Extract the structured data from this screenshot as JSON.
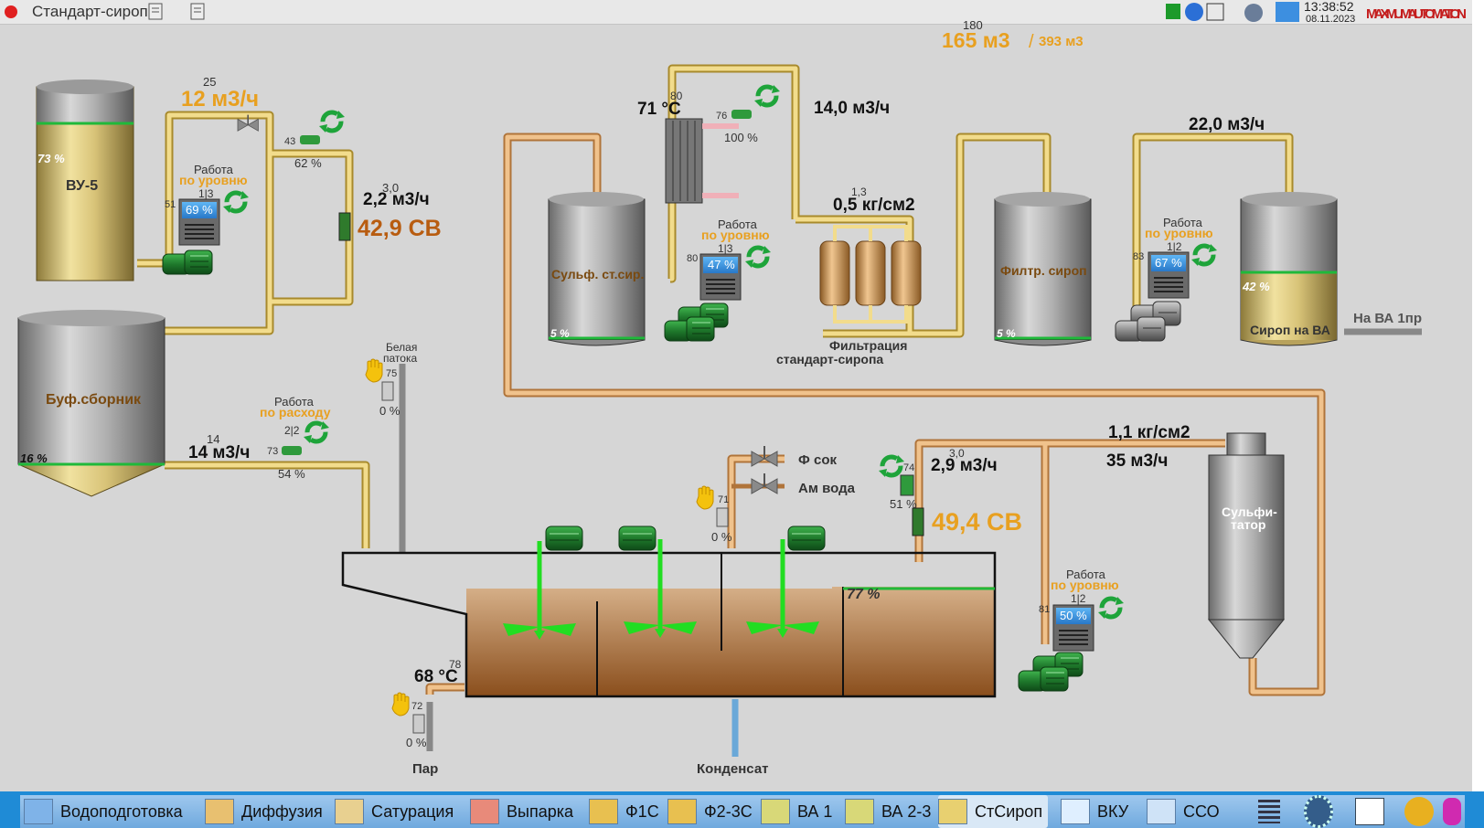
{
  "window": {
    "title": "Стандарт-сироп",
    "time": "13:38:52",
    "date": "08.11.2023",
    "logo": "MAXIMUM AUTOMATION"
  },
  "totals": {
    "top_small": "180",
    "volume": "165 м3",
    "sep": "/",
    "volume2": "393 м3"
  },
  "vu5": {
    "name": "ВУ-5",
    "level": "73 %",
    "flow_set": "25",
    "flow": "12 м3/ч"
  },
  "pump51": {
    "id": "51",
    "mode1": "Работа",
    "mode2": "по уровню",
    "pumps": "1|3",
    "value": "69 %"
  },
  "valve43": {
    "id": "43",
    "pos": "62 %"
  },
  "density_top": {
    "set": "3,0",
    "flow": "2,2 м3/ч",
    "sv": "42,9 СВ"
  },
  "buf": {
    "name": "Буф.сборник",
    "level": "16 %",
    "flow_set": "14",
    "flow": "14 м3/ч"
  },
  "pump73": {
    "mode1": "Работа",
    "mode2": "по расходу",
    "pumps": "2|2",
    "id": "73",
    "pos": "54 %"
  },
  "white": {
    "l1": "Белая",
    "l2": "патока",
    "valve_id": "75",
    "pos": "0 %"
  },
  "exch": {
    "temp_set": "80",
    "temp": "71 °C",
    "valve_id": "76",
    "pos": "100 %"
  },
  "flow_14": "14,0 м3/ч",
  "sulf_tank": {
    "name": "Сульф. ст.сир.",
    "level": "5 %"
  },
  "pump80": {
    "mode1": "Работа",
    "mode2": "по уровню",
    "pumps": "1|3",
    "id": "80",
    "value": "47 %"
  },
  "filters": {
    "pressure_set": "1,3",
    "pressure": "0,5 кг/см2",
    "label1": "Фильтрация",
    "label2": "стандарт-сиропа"
  },
  "filt_tank": {
    "name": "Филтр. сироп",
    "level": "5 %"
  },
  "pump83": {
    "mode1": "Работа",
    "mode2": "по уровню",
    "pumps": "1|2",
    "id": "83",
    "value": "67 %"
  },
  "flow_22": "22,0 м3/ч",
  "sirop_ba": {
    "name": "Сироп на ВА",
    "level": "42 %",
    "out": "На ВА 1пр"
  },
  "sulfitator": {
    "l1": "Сульфи-",
    "l2": "татор",
    "pressure": "1,1 кг/см2",
    "flow": "35 м3/ч"
  },
  "fsok": "Ф сок",
  "amvoda": "Ам вода",
  "valve71": {
    "id": "71",
    "pos": "0 %"
  },
  "valve74": {
    "id": "74",
    "set": "3,0",
    "flow": "2,9 м3/ч",
    "pos": "51 %",
    "sv": "49,4 СВ"
  },
  "mixer": {
    "level": "77 %"
  },
  "steam": {
    "temp_set": "78",
    "temp": "68 °C",
    "valve_id": "72",
    "pos": "0 %",
    "label": "Пар"
  },
  "condensate": "Конденсат",
  "pump81": {
    "mode1": "Работа",
    "mode2": "по уровню",
    "pumps": "1|2",
    "id": "81",
    "value": "50 %"
  },
  "colors": {
    "syrup_pipe": "#e6c35a",
    "juice_pipe": "#e3a661",
    "amber": "#e8a020",
    "sv_brown": "#b85c10",
    "pump_green": "#2f9a3c",
    "agitator": "#22dd22"
  },
  "taskbar": {
    "items": [
      "Водоподготовка",
      "Диффузия",
      "Сатурация",
      "Выпарка",
      "Ф1С",
      "Ф2-3С",
      "ВА 1",
      "ВА 2-3",
      "СтСироп",
      "ВКУ",
      "ССО"
    ],
    "active": "СтСироп"
  }
}
